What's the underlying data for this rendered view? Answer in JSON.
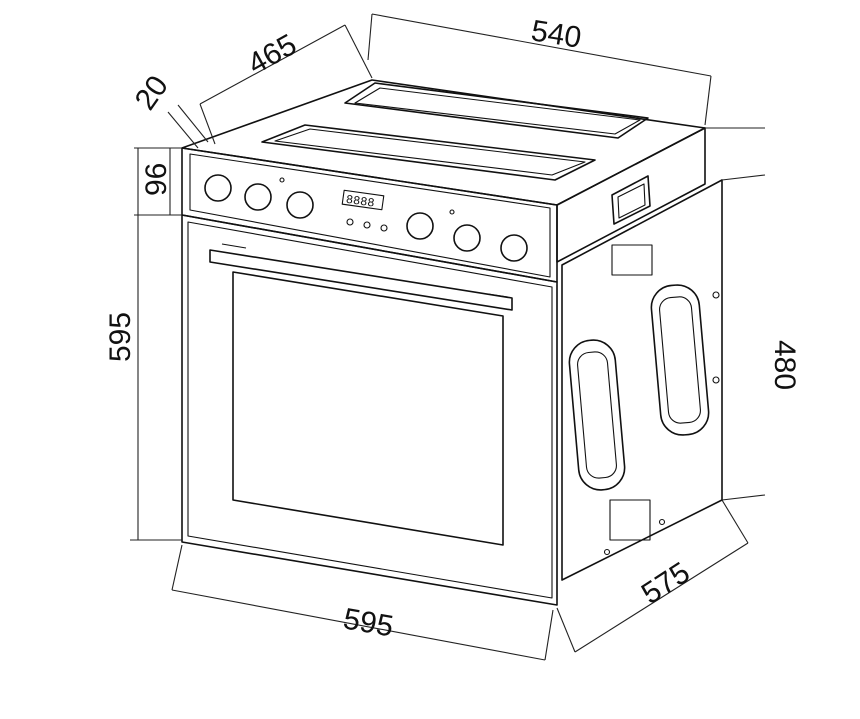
{
  "dimensions": {
    "top_depth": "465",
    "top_width": "540",
    "panel_offset": "20",
    "panel_height": "96",
    "front_height": "595",
    "front_width": "595",
    "side_depth": "575",
    "side_height_partial": "480"
  },
  "display": {
    "digits": "8888"
  },
  "colors": {
    "line": "#111111",
    "background": "#ffffff"
  }
}
